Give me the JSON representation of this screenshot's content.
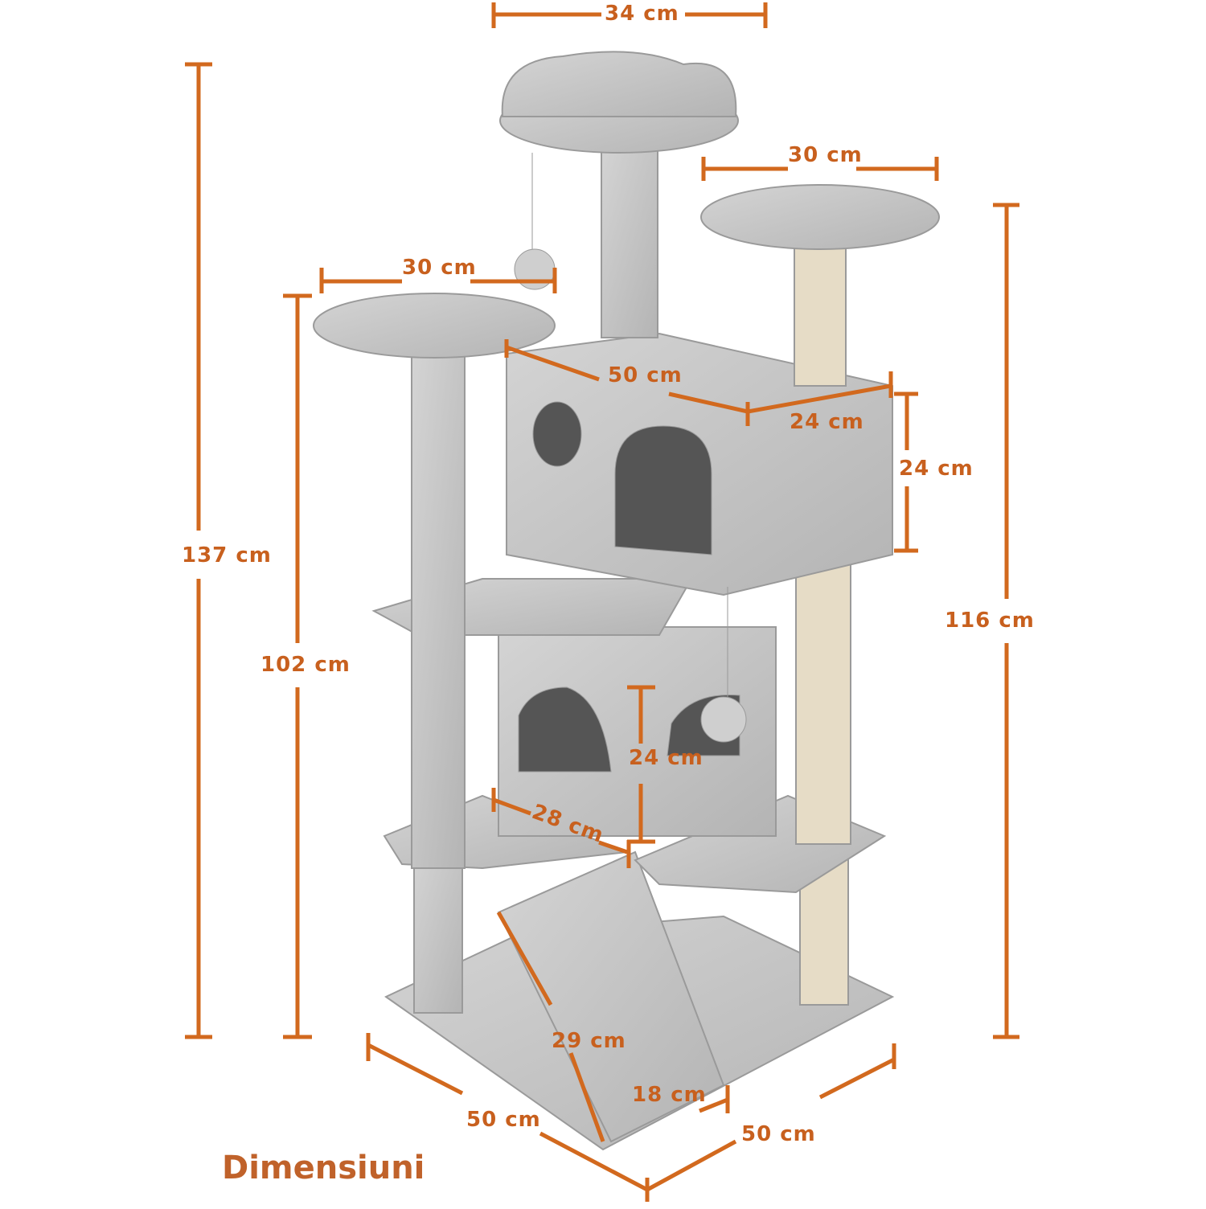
{
  "title": "Dimensiuni",
  "colors": {
    "dimension": "#d2691e",
    "plush": "#c8c8c8",
    "plush_dark": "#9a9a9a",
    "sisal": "#e6dcc6",
    "background": "#ffffff"
  },
  "dimensions": {
    "top_perch_width": "34 cm",
    "right_platform_width": "30 cm",
    "left_platform_width": "30 cm",
    "upper_condo_length": "50 cm",
    "upper_condo_depth": "24 cm",
    "upper_condo_height": "24 cm",
    "total_height": "137 cm",
    "left_post_height": "102 cm",
    "right_height": "116 cm",
    "lower_condo_height": "24 cm",
    "lower_condo_width": "28 cm",
    "ramp_length": "29 cm",
    "ramp_width": "18 cm",
    "base_width": "50 cm",
    "base_depth": "50 cm"
  }
}
